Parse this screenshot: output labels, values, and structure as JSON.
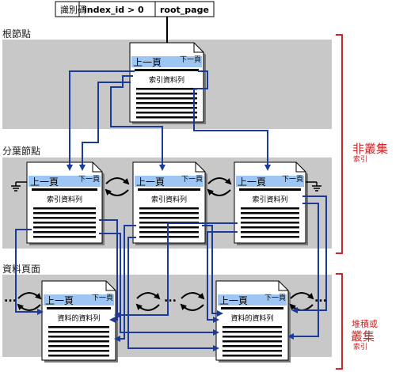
{
  "header": {
    "cells": [
      "識別碼",
      "index_id > 0",
      "root_page"
    ]
  },
  "levels": {
    "root": "根節點",
    "intermediate": "分葉節點",
    "leaf": "資料頁面"
  },
  "page": {
    "prev": "上一頁",
    "next": "下一頁"
  },
  "nodes": {
    "root_content": "索引資料列",
    "intermediate_content": "索引資料列",
    "leaf_content": "資料的資料列"
  },
  "side_labels": {
    "nonclustered_big": "非叢集",
    "nonclustered_small": "索引",
    "heap_small": "堆積或",
    "heap_big": "叢集",
    "heap_tail": "索引"
  },
  "ellipsis": "...",
  "colors": {
    "band": "#c8c8c8",
    "page_fill": "#ffffff",
    "header_strip": "#9dc6f5",
    "arrow": "#1a3b9c",
    "bracket": "#c62a2a"
  }
}
